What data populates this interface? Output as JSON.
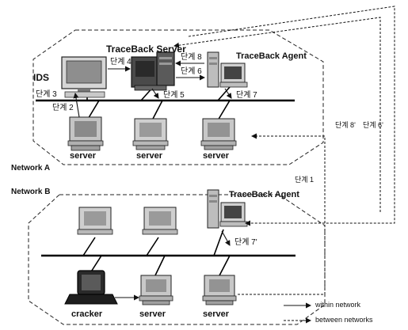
{
  "network_a": {
    "label": "Network A",
    "ids_label": "IDS",
    "traceback_server_label": "TraceBack Server",
    "traceback_agent_label": "TraceBack Agent",
    "servers": [
      "server",
      "server",
      "server"
    ],
    "steps": {
      "s2": "단계 2",
      "s3": "단계 3",
      "s4": "단계 4",
      "s5": "단계 5",
      "s6": "단계 6",
      "s7": "단계 7",
      "s8": "단계 8"
    }
  },
  "network_b": {
    "label": "Network B",
    "traceback_agent_label": "TraceBack Agent",
    "cracker_label": "cracker",
    "servers": [
      "server",
      "server"
    ],
    "steps": {
      "s1": "단계 1",
      "s7p": "단계 7'"
    }
  },
  "between": {
    "s8p": "단계 8'",
    "s6p": "단계 6'"
  },
  "legend": {
    "within": "within network",
    "between": "between networks"
  }
}
